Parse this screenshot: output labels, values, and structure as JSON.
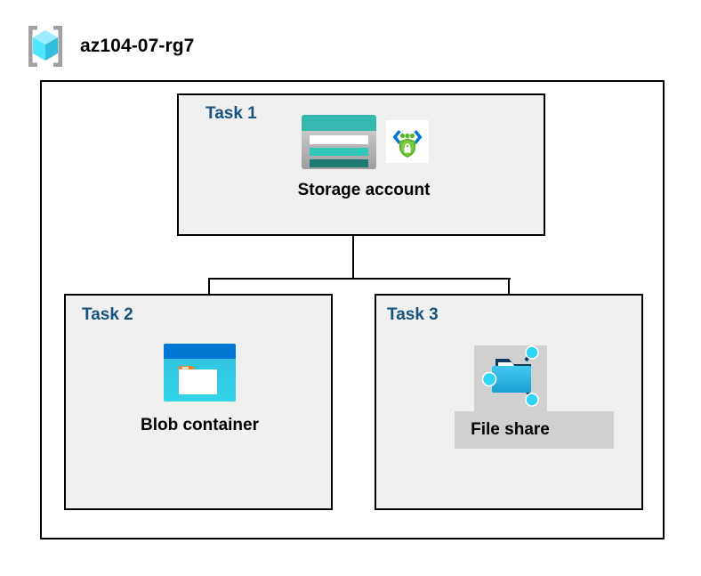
{
  "header": {
    "resource_group_name": "az104-07-rg7",
    "resource_group_icon": "resource-group-cube-icon"
  },
  "container": {
    "name": "az104-07-rg7",
    "type": "resource-group"
  },
  "tasks": [
    {
      "id": "task-1",
      "label": "Task 1",
      "node": {
        "caption": "Storage account",
        "icons": [
          "storage-account-icon",
          "secure-endpoint-shield-icon"
        ],
        "highlighted": false
      }
    },
    {
      "id": "task-2",
      "label": "Task 2",
      "node": {
        "caption": "Blob container",
        "icons": [
          "blob-container-icon"
        ],
        "highlighted": false
      }
    },
    {
      "id": "task-3",
      "label": "Task 3",
      "node": {
        "caption": "File share",
        "icons": [
          "file-share-folder-icon"
        ],
        "highlighted": true
      }
    }
  ],
  "connectors": [
    {
      "from": "task-1",
      "to": "task-2"
    },
    {
      "from": "task-1",
      "to": "task-3"
    }
  ],
  "colors": {
    "task_label": "#16537e",
    "task_box_fill": "#f0f0f0",
    "border": "#000000",
    "highlight_plate": "#d0d0d0",
    "storage_teal": "#35b9ae",
    "storage_teal_dark": "#1f7a72",
    "blob_blue": "#0078d4",
    "blob_cyan": "#32bedd",
    "blob_orange": "#f58220",
    "fileshare_blue": "#32bedd",
    "shield_green": "#5ab52a",
    "cube_cyan": "#50e6ff",
    "bracket_grey": "#a0a0a0"
  }
}
